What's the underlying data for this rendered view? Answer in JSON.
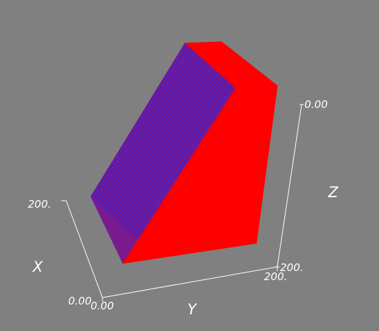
{
  "axes": {
    "x": {
      "title": "X",
      "tick_min": "0.00",
      "tick_max": "200."
    },
    "y": {
      "title": "Y",
      "tick_min": "0.00",
      "tick_max": "200."
    },
    "z": {
      "title": "Z",
      "tick_min": "0.00",
      "tick_max": "200."
    }
  },
  "colors": {
    "background": "#808080",
    "solid_face": "#ff0000",
    "wireframe_lines": "#3a1fd0",
    "axis_lines": "#ffffff"
  },
  "rendering": {
    "object": "extruded polygonal solid",
    "style": "surface with edges",
    "face_color_name": "red",
    "edge_color_name": "blue"
  }
}
